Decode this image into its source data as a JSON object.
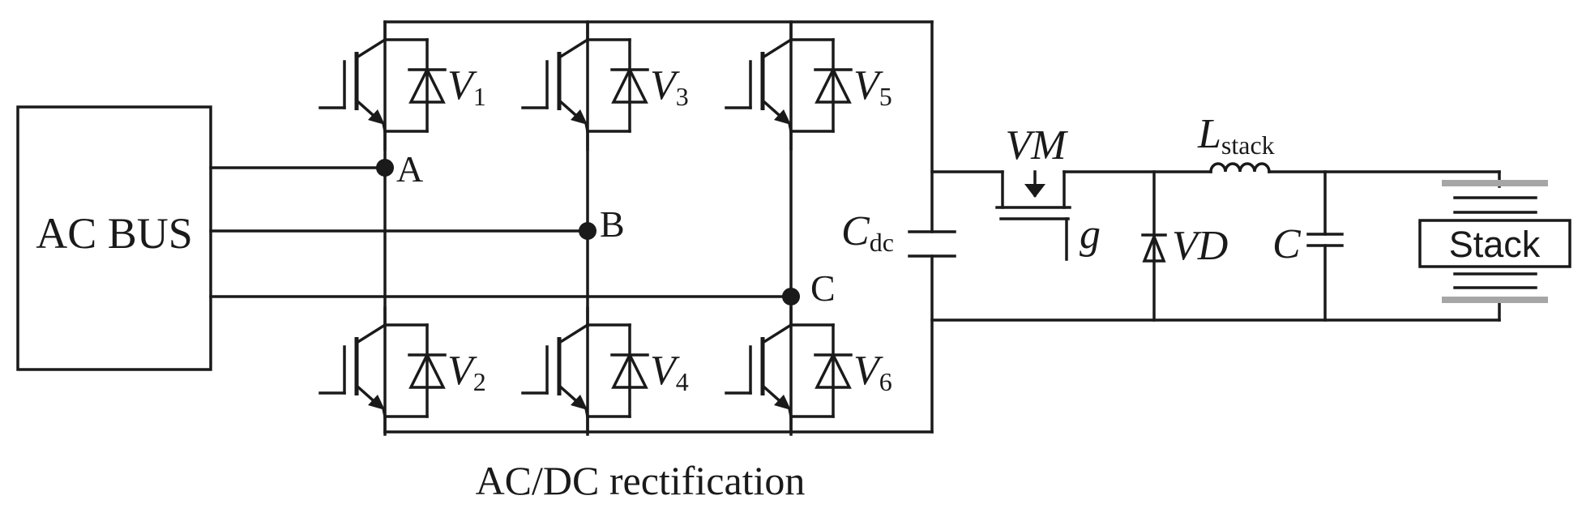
{
  "ac_bus": {
    "label": "AC BUS"
  },
  "nodes": {
    "a": "A",
    "b": "B",
    "c": "C"
  },
  "switches": [
    {
      "letter": "V",
      "sub": "1"
    },
    {
      "letter": "V",
      "sub": "3"
    },
    {
      "letter": "V",
      "sub": "5"
    },
    {
      "letter": "V",
      "sub": "2"
    },
    {
      "letter": "V",
      "sub": "4"
    },
    {
      "letter": "V",
      "sub": "6"
    }
  ],
  "cdc": {
    "letter": "C",
    "sub": "dc"
  },
  "mosfet": {
    "label": "VM",
    "gate": "g"
  },
  "diode_vd": {
    "label": "VD"
  },
  "inductor": {
    "letter": "L",
    "sub": "stack"
  },
  "capacitor_c": {
    "label": "C"
  },
  "stack": {
    "label": "Stack"
  },
  "caption": "AC/DC rectification",
  "colors": {
    "line": "#1a1a1a",
    "stack_plates": "#a6a6a6"
  }
}
